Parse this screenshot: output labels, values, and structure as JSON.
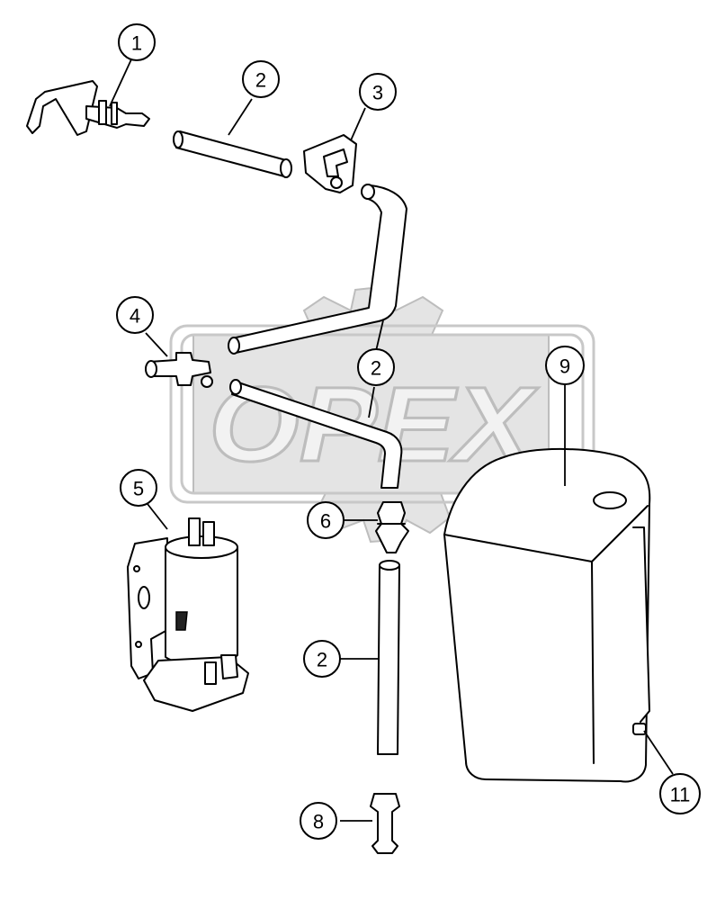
{
  "watermark": {
    "text": "OPEX"
  },
  "callouts": [
    {
      "id": "c1",
      "label": "1"
    },
    {
      "id": "c2a",
      "label": "2"
    },
    {
      "id": "c3",
      "label": "3"
    },
    {
      "id": "c4",
      "label": "4"
    },
    {
      "id": "c2b",
      "label": "2"
    },
    {
      "id": "c9",
      "label": "9"
    },
    {
      "id": "c5",
      "label": "5"
    },
    {
      "id": "c6",
      "label": "6"
    },
    {
      "id": "c2c",
      "label": "2"
    },
    {
      "id": "c11",
      "label": "11"
    },
    {
      "id": "c8",
      "label": "8"
    }
  ]
}
